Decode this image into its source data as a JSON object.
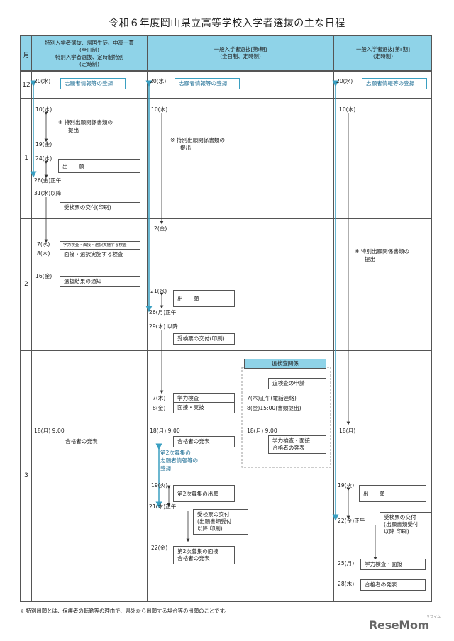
{
  "title": "令和６年度岡山県立高等学校入学者選抜の主な日程",
  "header": {
    "month": "月",
    "col1": [
      "特別入学者選抜、帰国生徒、中高一貫",
      "(全日制)",
      "特別入学者選抜、定時制特別",
      "(定時制)"
    ],
    "col2": [
      "一般入学者選抜[第Ⅰ期]",
      "(全日制、定時制)"
    ],
    "col3": [
      "一般入学者選抜[第Ⅱ期]",
      "(定時制)"
    ]
  },
  "months": [
    "12",
    "1",
    "2",
    "3"
  ],
  "col1": {
    "d20": "20(水)",
    "reg": "志願者情報等の登録",
    "d10": "10(水)",
    "note": "※ 特別出願関係書類の",
    "note2": "提出",
    "d19": "19(金)",
    "d24": "24(水)",
    "apply": "出　　願",
    "d26": "26(金)正午",
    "d31": "31(水)以降",
    "ticket": "受検票の交付(印刷)",
    "d7": "7(水)",
    "test1": "学力検査・面接・選択実施する検査",
    "d8": "8(木)",
    "test2": "面接・選択実施する検査",
    "d16": "16(金)",
    "notify": "選抜結果の通知",
    "d18": "18(月) 9:00",
    "result": "合格者の発表"
  },
  "col2": {
    "d20": "20(水)",
    "reg": "志願者情報等の登録",
    "d10": "10(水)",
    "note": "※ 特別出願関係書類の",
    "note2": "提出",
    "d2": "2(金)",
    "d21": "21(水)",
    "apply": "出　　願",
    "d26": "26(月)正午",
    "d29": "29(木) 以降",
    "ticket": "受検票の交付(印刷)",
    "d7": "7(木)",
    "test1": "学力検査",
    "d8": "8(金)",
    "test2": "面接・実技",
    "d18": "18(月) 9:00",
    "result": "合格者の発表",
    "second1": "第2次募集の",
    "second2": "志願者情報等の",
    "second3": "登録",
    "d19": "19(火)",
    "apply2": "第2次募集の出願",
    "d21b": "21(木)正午",
    "tk1": "受検票の交付",
    "tk2": "(出願書類受付",
    "tk3": "以降 印刷)",
    "d22": "22(金)",
    "iv1": "第2次募集の面接",
    "iv2": "合格者の発表"
  },
  "tsuiken": {
    "label": "追検査関係",
    "apply": "追検査の申請",
    "d7": "7(木)正午(電話連絡)",
    "d8": "8(金)15:00(書類提出)",
    "d18": "18(月) 9:00",
    "res1": "学力検査・面接",
    "res2": "合格者の発表"
  },
  "col3": {
    "d20": "20(水)",
    "reg": "志願者情報等の登録",
    "d10": "10(水)",
    "note": "※ 特別出願関係書類の",
    "note2": "提出",
    "d18": "18(月)",
    "d19": "19(火)",
    "apply": "出　　願",
    "d22": "22(金)正午",
    "tk1": "受検票の交付",
    "tk2": "(出願書類受付",
    "tk3": "以降 印刷)",
    "d25": "25(月)",
    "test": "学力検査・面接",
    "d28": "28(木)",
    "result": "合格者の発表"
  },
  "footnote": "※ 特別出願とは、保護者の転勤等の理由で、県外から出願する場合等の出願のことです。",
  "logo": "ReseMom",
  "logo_sub": "リセマム",
  "colors": {
    "header": "#8fd3e8",
    "blue": "#3a9fc1"
  }
}
